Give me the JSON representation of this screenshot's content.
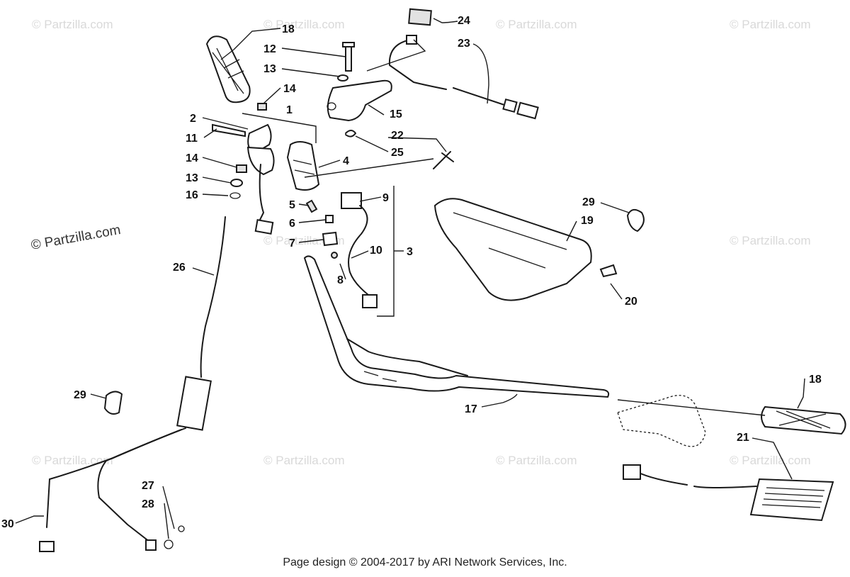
{
  "watermark": "© Partzilla.com",
  "footer": "Page design © 2004-2017 by ARI Network Services, Inc.",
  "callouts": [
    {
      "id": "c18a",
      "label": "18"
    },
    {
      "id": "c12",
      "label": "12"
    },
    {
      "id": "c13a",
      "label": "13"
    },
    {
      "id": "c14a",
      "label": "14"
    },
    {
      "id": "c1",
      "label": "1"
    },
    {
      "id": "c2",
      "label": "2"
    },
    {
      "id": "c11",
      "label": "11"
    },
    {
      "id": "c14b",
      "label": "14"
    },
    {
      "id": "c13b",
      "label": "13"
    },
    {
      "id": "c16",
      "label": "16"
    },
    {
      "id": "c24",
      "label": "24"
    },
    {
      "id": "c23",
      "label": "23"
    },
    {
      "id": "c15",
      "label": "15"
    },
    {
      "id": "c22",
      "label": "22"
    },
    {
      "id": "c25",
      "label": "25"
    },
    {
      "id": "c4",
      "label": "4"
    },
    {
      "id": "c9",
      "label": "9"
    },
    {
      "id": "c5",
      "label": "5"
    },
    {
      "id": "c6",
      "label": "6"
    },
    {
      "id": "c7",
      "label": "7"
    },
    {
      "id": "c10",
      "label": "10"
    },
    {
      "id": "c3",
      "label": "3"
    },
    {
      "id": "c8",
      "label": "8"
    },
    {
      "id": "c29a",
      "label": "29"
    },
    {
      "id": "c19",
      "label": "19"
    },
    {
      "id": "c20",
      "label": "20"
    },
    {
      "id": "c26",
      "label": "26"
    },
    {
      "id": "c29b",
      "label": "29"
    },
    {
      "id": "c17",
      "label": "17"
    },
    {
      "id": "c18b",
      "label": "18"
    },
    {
      "id": "c21",
      "label": "21"
    },
    {
      "id": "c27",
      "label": "27"
    },
    {
      "id": "c28",
      "label": "28"
    },
    {
      "id": "c30",
      "label": "30"
    }
  ]
}
